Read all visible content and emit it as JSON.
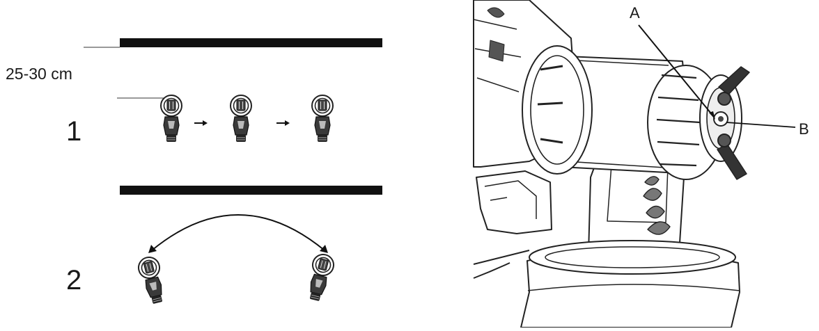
{
  "figure_1": {
    "number": "1",
    "distance_label": "25-30 cm"
  },
  "figure_2": {
    "number": "2"
  },
  "sprayer_detail": {
    "label_a": "A",
    "label_b": "B"
  }
}
